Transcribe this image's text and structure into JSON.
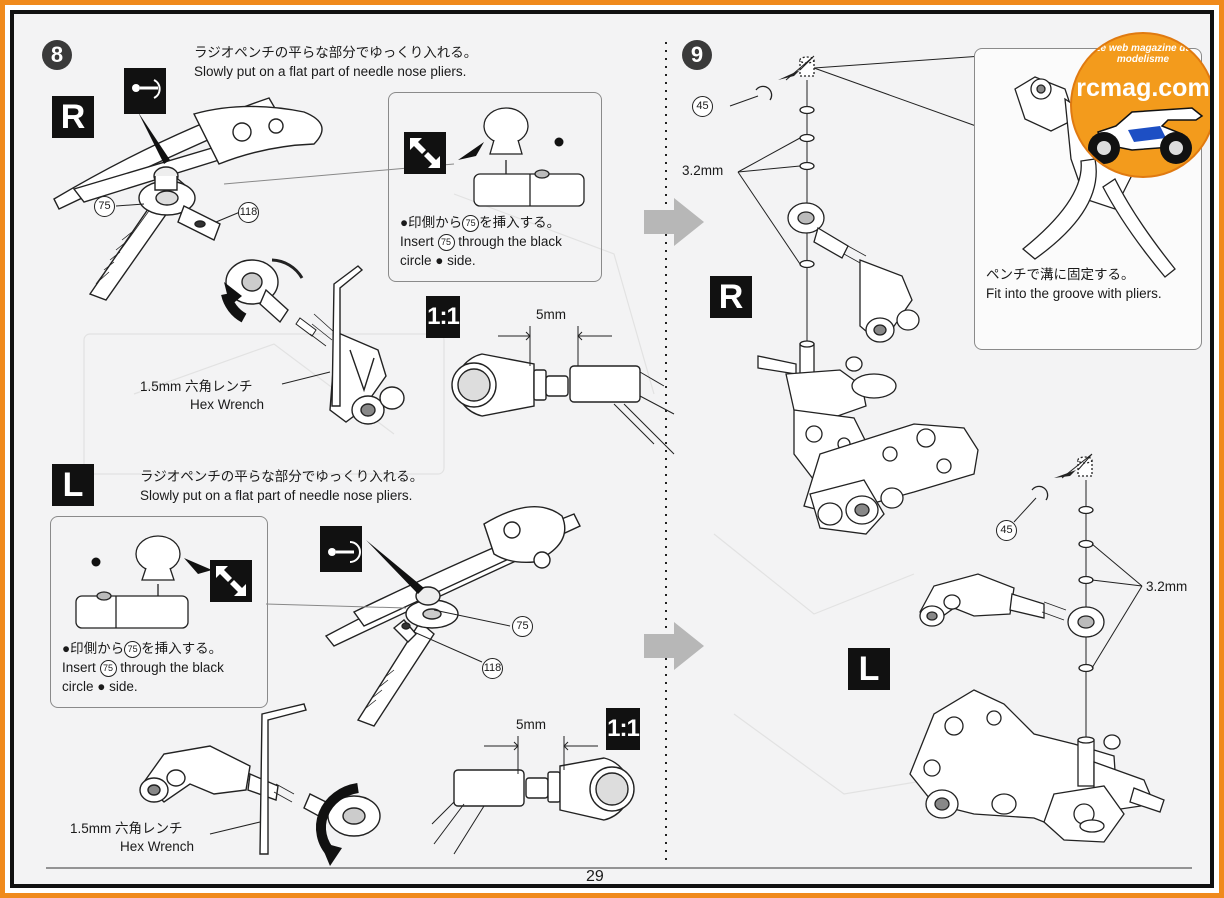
{
  "page_number": "29",
  "logo": {
    "brand": "rcmag.com",
    "tagline": "Le web magazine du modelisme"
  },
  "step8": {
    "number": "8",
    "right": {
      "side_label": "R",
      "instruction_jp": "ラジオペンチの平らな部分でゆっくり入れる。",
      "instruction_en": "Slowly put on a flat part of needle nose pliers.",
      "part_ball": "75",
      "part_end": "118",
      "inset_jp_pre": "●印側から",
      "inset_jp_post": "を挿入する。",
      "inset_en_pre": "Insert",
      "inset_en_post": "through the black",
      "inset_en_line2": "circle ● side.",
      "inset_part": "75",
      "wrench_jp": "1.5mm 六角レンチ",
      "wrench_en": "Hex Wrench",
      "scale": "1:1",
      "gap": "5mm"
    },
    "left": {
      "side_label": "L",
      "instruction_jp": "ラジオペンチの平らな部分でゆっくり入れる。",
      "instruction_en": "Slowly put on a flat part of needle nose pliers.",
      "part_ball": "75",
      "part_end": "118",
      "inset_jp_pre": "●印側から",
      "inset_jp_post": "を挿入する。",
      "inset_en_pre": "Insert",
      "inset_en_post": "through the black",
      "inset_en_line2": "circle ● side.",
      "inset_part": "75",
      "wrench_jp": "1.5mm 六角レンチ",
      "wrench_en": "Hex Wrench",
      "scale": "1:1",
      "gap": "5mm"
    }
  },
  "step9": {
    "number": "9",
    "right": {
      "side_label": "R",
      "clip_part": "45",
      "washer": "3.2mm"
    },
    "left": {
      "side_label": "L",
      "clip_part": "45",
      "washer": "3.2mm"
    },
    "callout_jp": "ペンチで溝に固定する。",
    "callout_en": "Fit into the groove with pliers."
  }
}
